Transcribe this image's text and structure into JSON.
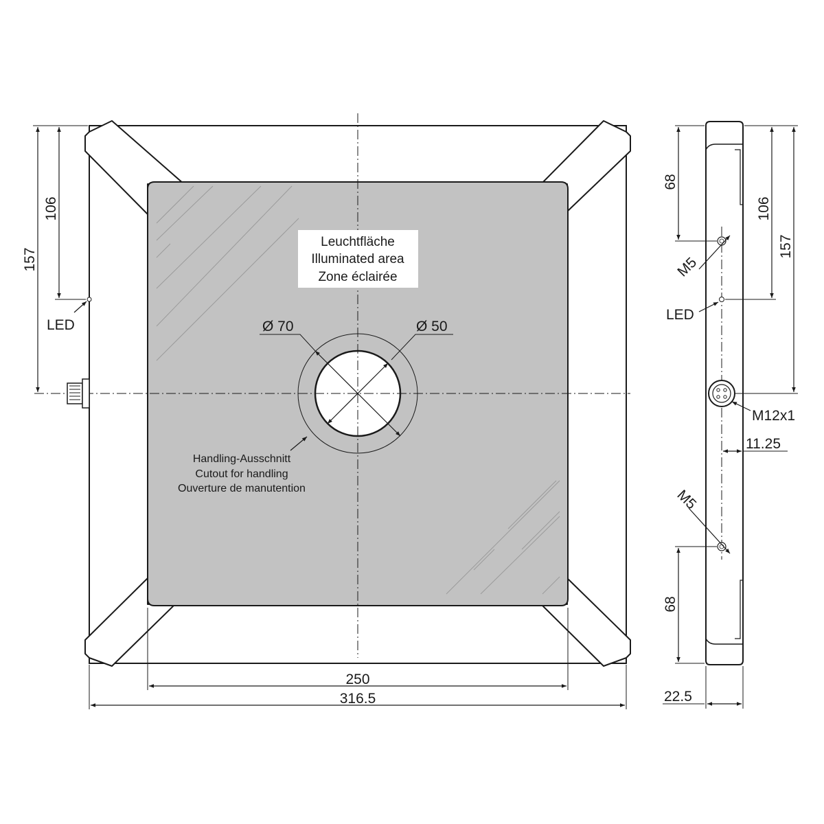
{
  "labels": {
    "illuminated_de": "Leuchtfläche",
    "illuminated_en": "Illuminated area",
    "illuminated_fr": "Zone éclairée",
    "handling_de": "Handling-Ausschnitt",
    "handling_en": "Cutout for handling",
    "handling_fr": "Ouverture de manutention",
    "led_front": "LED",
    "led_side": "LED",
    "connector": "M12x1",
    "thread_top": "M5",
    "thread_bottom": "M5"
  },
  "dimensions": {
    "outer_diameter": "Ø 70",
    "inner_diameter": "Ø 50",
    "front_height_157": "157",
    "front_height_106": "106",
    "width_250": "250",
    "width_316": "316.5",
    "side_68_top": "68",
    "side_106": "106",
    "side_157": "157",
    "side_11_25": "11.25",
    "side_68_bottom": "68",
    "side_22_5": "22.5"
  },
  "colors": {
    "illuminated_area": "#c2c2c2",
    "line": "#1a1a1a"
  }
}
